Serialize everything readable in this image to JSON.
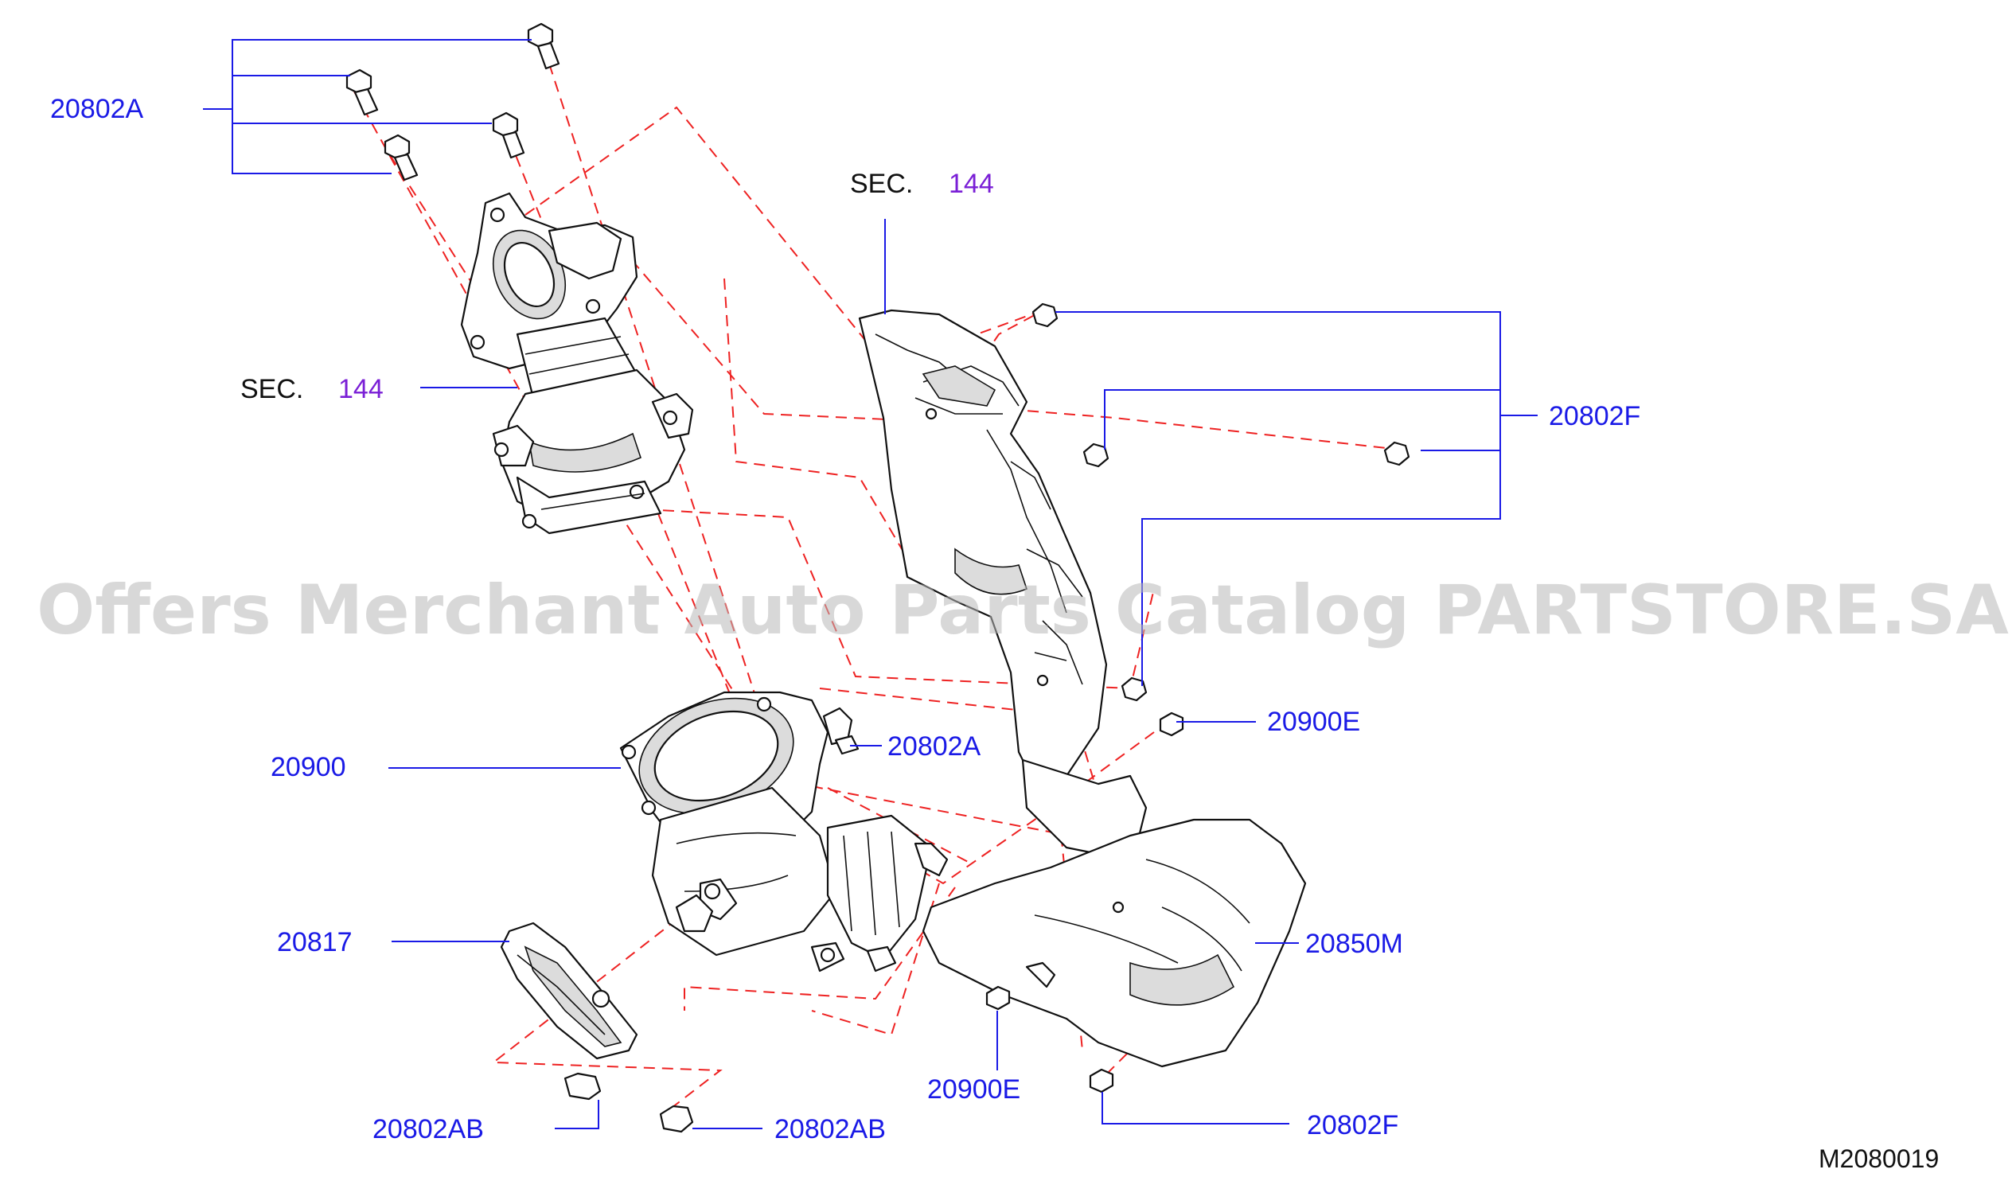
{
  "diagram": {
    "watermark": "Offers Merchant Auto Parts Catalog PARTSTORE.SA",
    "drawing_code": "M2080019",
    "section_refs": [
      {
        "prefix": "SEC.",
        "number": "144"
      },
      {
        "prefix": "SEC.",
        "number": "144"
      }
    ],
    "callouts": [
      {
        "label": "20802A"
      },
      {
        "label": "20802F"
      },
      {
        "label": "20802A"
      },
      {
        "label": "20900E"
      },
      {
        "label": "20900"
      },
      {
        "label": "20817"
      },
      {
        "label": "20850M"
      },
      {
        "label": "20900E"
      },
      {
        "label": "20802AB"
      },
      {
        "label": "20802AB"
      },
      {
        "label": "20802F"
      }
    ]
  }
}
